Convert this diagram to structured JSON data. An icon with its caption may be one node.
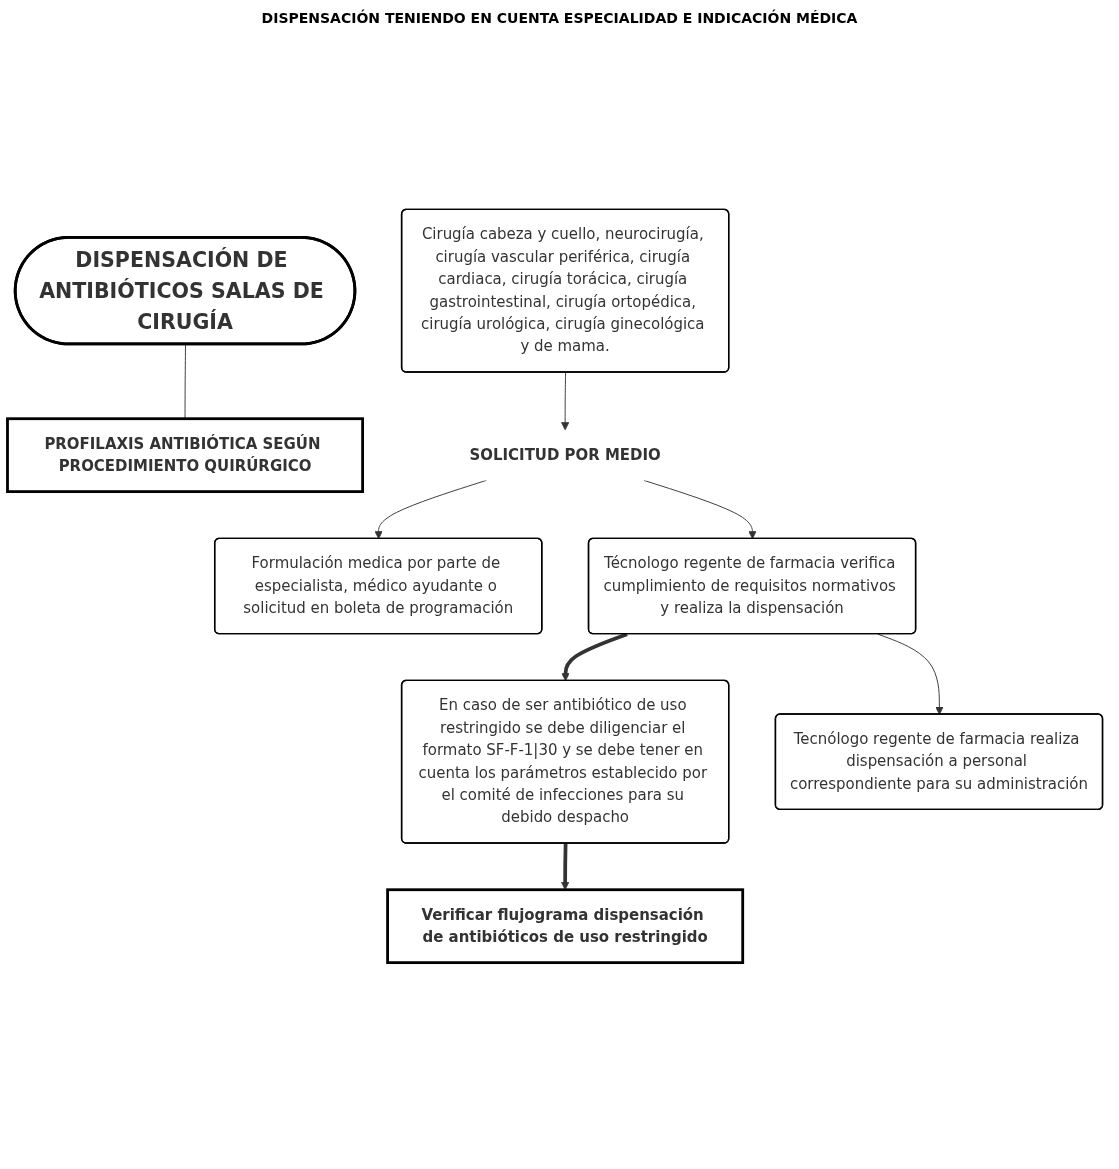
{
  "diagram": {
    "nodes": [
      {
        "text": [
          "DISPENSACIÓN DE ANTIBIÓTICOS SALAS DE CIRUGÍA"
        ]
      },
      {
        "text": [
          "PROFILAXIS ANTIBIÓTICA SEGÚN PROCEDIMIENTO QUIRÚRGICO"
        ]
      },
      {
        "text": [
          "Cirugía cabeza y cuello, neurocirugía, cirugía vascular periférica, cirugía cardiaca, cirugía torácica, cirugía gastrointestinal, cirugía ortopédica, cirugía urológica, cirugía ginecológica y de mama."
        ]
      },
      {
        "text": [
          "Formulación medica por parte de especialista, médico ayudante o solicitud en boleta de programación"
        ]
      },
      {
        "text": [
          "SOLICITUD POR MEDIO"
        ]
      },
      {
        "text": [
          "Técnologo regente de farmacia verifica cumplimiento de requisitos normativos y realiza la dispensación"
        ]
      },
      {
        "text": [
          "En caso de ser antibiótico de uso restringido se debe diligenciar el formato SF-F-1|30 y se debe tener en cuenta los parámetros establecido por el comité de infecciones para su debido despacho"
        ]
      },
      {
        "text": [
          "Tecnólogo regente de farmacia realiza dispensación a personal correspondiente para su administración"
        ]
      },
      {
        "text": [
          "Verificar flujograma dispensación de antibióticos de uso restringido"
        ]
      }
    ],
    "edges": [
      {
        "from": 0,
        "to": 1,
        "arrow": "none"
      },
      {
        "from": 2,
        "to": 4,
        "arrow": "to"
      },
      {
        "from": 4,
        "to": 3,
        "arrow": "to"
      },
      {
        "from": 4,
        "to": 5,
        "arrow": "to"
      },
      {
        "from": 5,
        "to": 6,
        "arrow": "to",
        "style": "thick"
      },
      {
        "from": 5,
        "to": 7,
        "arrow": "to"
      },
      {
        "from": 6,
        "to": 8,
        "arrow": "to",
        "style": "thick"
      }
    ],
    "labels": [
      "DISPENSACIÓN TENIENDO EN CUENTA ESPECIALIDAD E INDICACIÓN MÉDICA"
    ]
  }
}
